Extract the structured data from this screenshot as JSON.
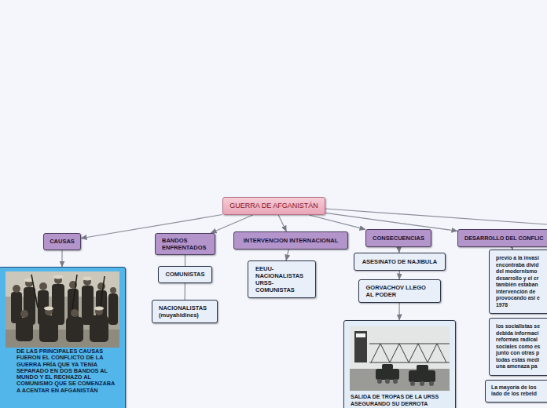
{
  "diagram": {
    "nodes": [
      {
        "text": [
          "GUERRA DE AFGANISTÁN"
        ]
      },
      {
        "text": [
          "CAUSAS"
        ]
      },
      {
        "text": [
          "DE LAS PRINCIPALES CAUSAS FUERON EL CONFLICTO DE LA GUERRA FRÍA QUE YA TENIA SEPARADO EN DOS BANDOS AL MUNDO Y EL RECHAZO AL COMUNISMO QUE SE COMENZABA A ACENTAR EN AFGANISTÁN"
        ]
      },
      {
        "text": [
          "BANDOS ENFRENTADOS"
        ]
      },
      {
        "text": [
          "COMUNISTAS"
        ]
      },
      {
        "text": [
          "NACIONALISTAS (muyahidines)"
        ]
      },
      {
        "text": [
          "INTERVENCION INTERNACIONAL"
        ]
      },
      {
        "text": [
          "EEUU- NACIONALISTAS URSS- COMUNISTAS"
        ]
      },
      {
        "text": [
          "CONSECUENCIAS"
        ]
      },
      {
        "text": [
          "ASESINATO DE NAJIBULA"
        ]
      },
      {
        "text": [
          "GORVACHOV LLEGO AL PODER"
        ]
      },
      {
        "text": [
          "SALIDA DE TROPAS DE LA URSS ASEGURANDO SU DERROTA"
        ]
      },
      {
        "text": [
          "DESARROLLO DEL CONFLIC"
        ]
      },
      {
        "text": [
          "previo a la invasi encontraba divid del modernismo desarrollo y el cr también estaban intervención de provocando así e 1978"
        ]
      },
      {
        "text": [
          "los socialistas se debida informaci reformas radical sociales como es junto con otras p todas estas medi una amenaza pa"
        ]
      },
      {
        "text": [
          "La mayoría de los lado de los rebeld"
        ]
      }
    ],
    "edges": [
      {
        "from": 0,
        "to": 1,
        "arrow": "to"
      },
      {
        "from": 0,
        "to": 3,
        "arrow": "to"
      },
      {
        "from": 0,
        "to": 6,
        "arrow": "to"
      },
      {
        "from": 0,
        "to": 8,
        "arrow": "to"
      },
      {
        "from": 0,
        "to": 12,
        "arrow": "to"
      },
      {
        "from": 1,
        "to": 2,
        "arrow": "to"
      },
      {
        "from": 3,
        "to": 4,
        "arrow": "none"
      },
      {
        "from": 4,
        "to": 5,
        "arrow": "none"
      },
      {
        "from": 6,
        "to": 7,
        "arrow": "to"
      },
      {
        "from": 8,
        "to": 9,
        "arrow": "to"
      },
      {
        "from": 9,
        "to": 10,
        "arrow": "to"
      },
      {
        "from": 10,
        "to": 11,
        "arrow": "to"
      },
      {
        "from": 12,
        "to": 13,
        "arrow": "to"
      }
    ]
  }
}
